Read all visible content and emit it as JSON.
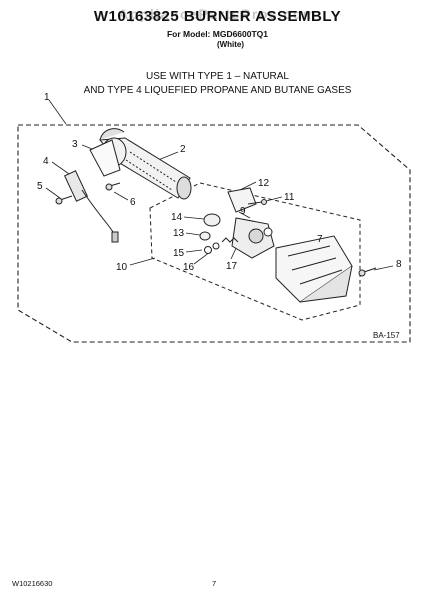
{
  "watermark": "AppliancePartsPros.com",
  "header": {
    "title": "W10163825 BURNER ASSEMBLY",
    "model_line": "For Model: MGD6600TQ1",
    "color_line": "(White)"
  },
  "usage": {
    "line1": "USE WITH TYPE 1 –  NATURAL",
    "line2": "AND TYPE 4    LIQUEFIED PROPANE AND BUTANE GASES"
  },
  "callouts": [
    "1",
    "2",
    "3",
    "4",
    "5",
    "6",
    "7",
    "8",
    "9",
    "10",
    "11",
    "12",
    "13",
    "14",
    "15",
    "16",
    "17"
  ],
  "diagram_code": "BA-157",
  "footer": {
    "doc_number": "W10216630",
    "page_number": "7"
  }
}
